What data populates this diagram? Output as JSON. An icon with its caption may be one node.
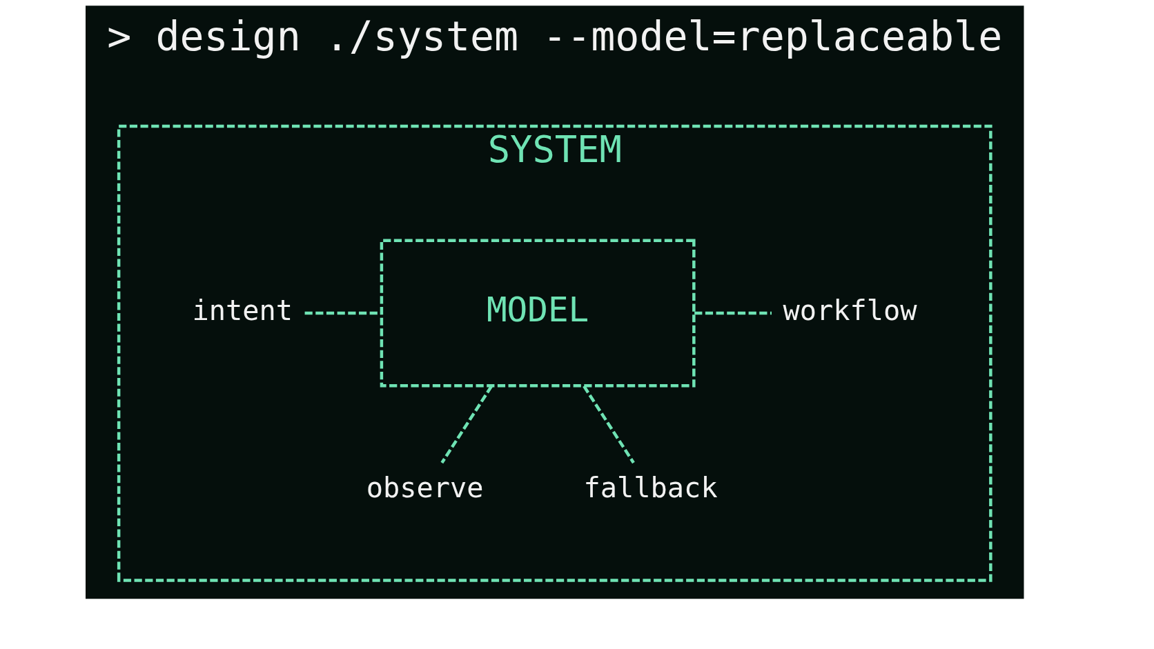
{
  "diagram": {
    "title": "> design ./system --model=replaceable",
    "nodes": [
      {
        "text": [
          "SYSTEM"
        ]
      },
      {
        "text": [
          "MODEL"
        ],
        "in": 0
      },
      {
        "text": [
          "intent"
        ],
        "in": 0
      },
      {
        "text": [
          "workflow"
        ],
        "in": 0
      },
      {
        "text": [
          "observe"
        ],
        "in": 0
      },
      {
        "text": [
          "fallback"
        ],
        "in": 0
      }
    ],
    "edges": [
      {
        "from": 2,
        "to": 1,
        "arrow": "none",
        "style": "dashed"
      },
      {
        "from": 1,
        "to": 3,
        "arrow": "none",
        "style": "dashed"
      },
      {
        "from": 1,
        "to": 4,
        "arrow": "none",
        "style": "dashed"
      },
      {
        "from": 1,
        "to": 5,
        "arrow": "none",
        "style": "dashed"
      }
    ]
  }
}
